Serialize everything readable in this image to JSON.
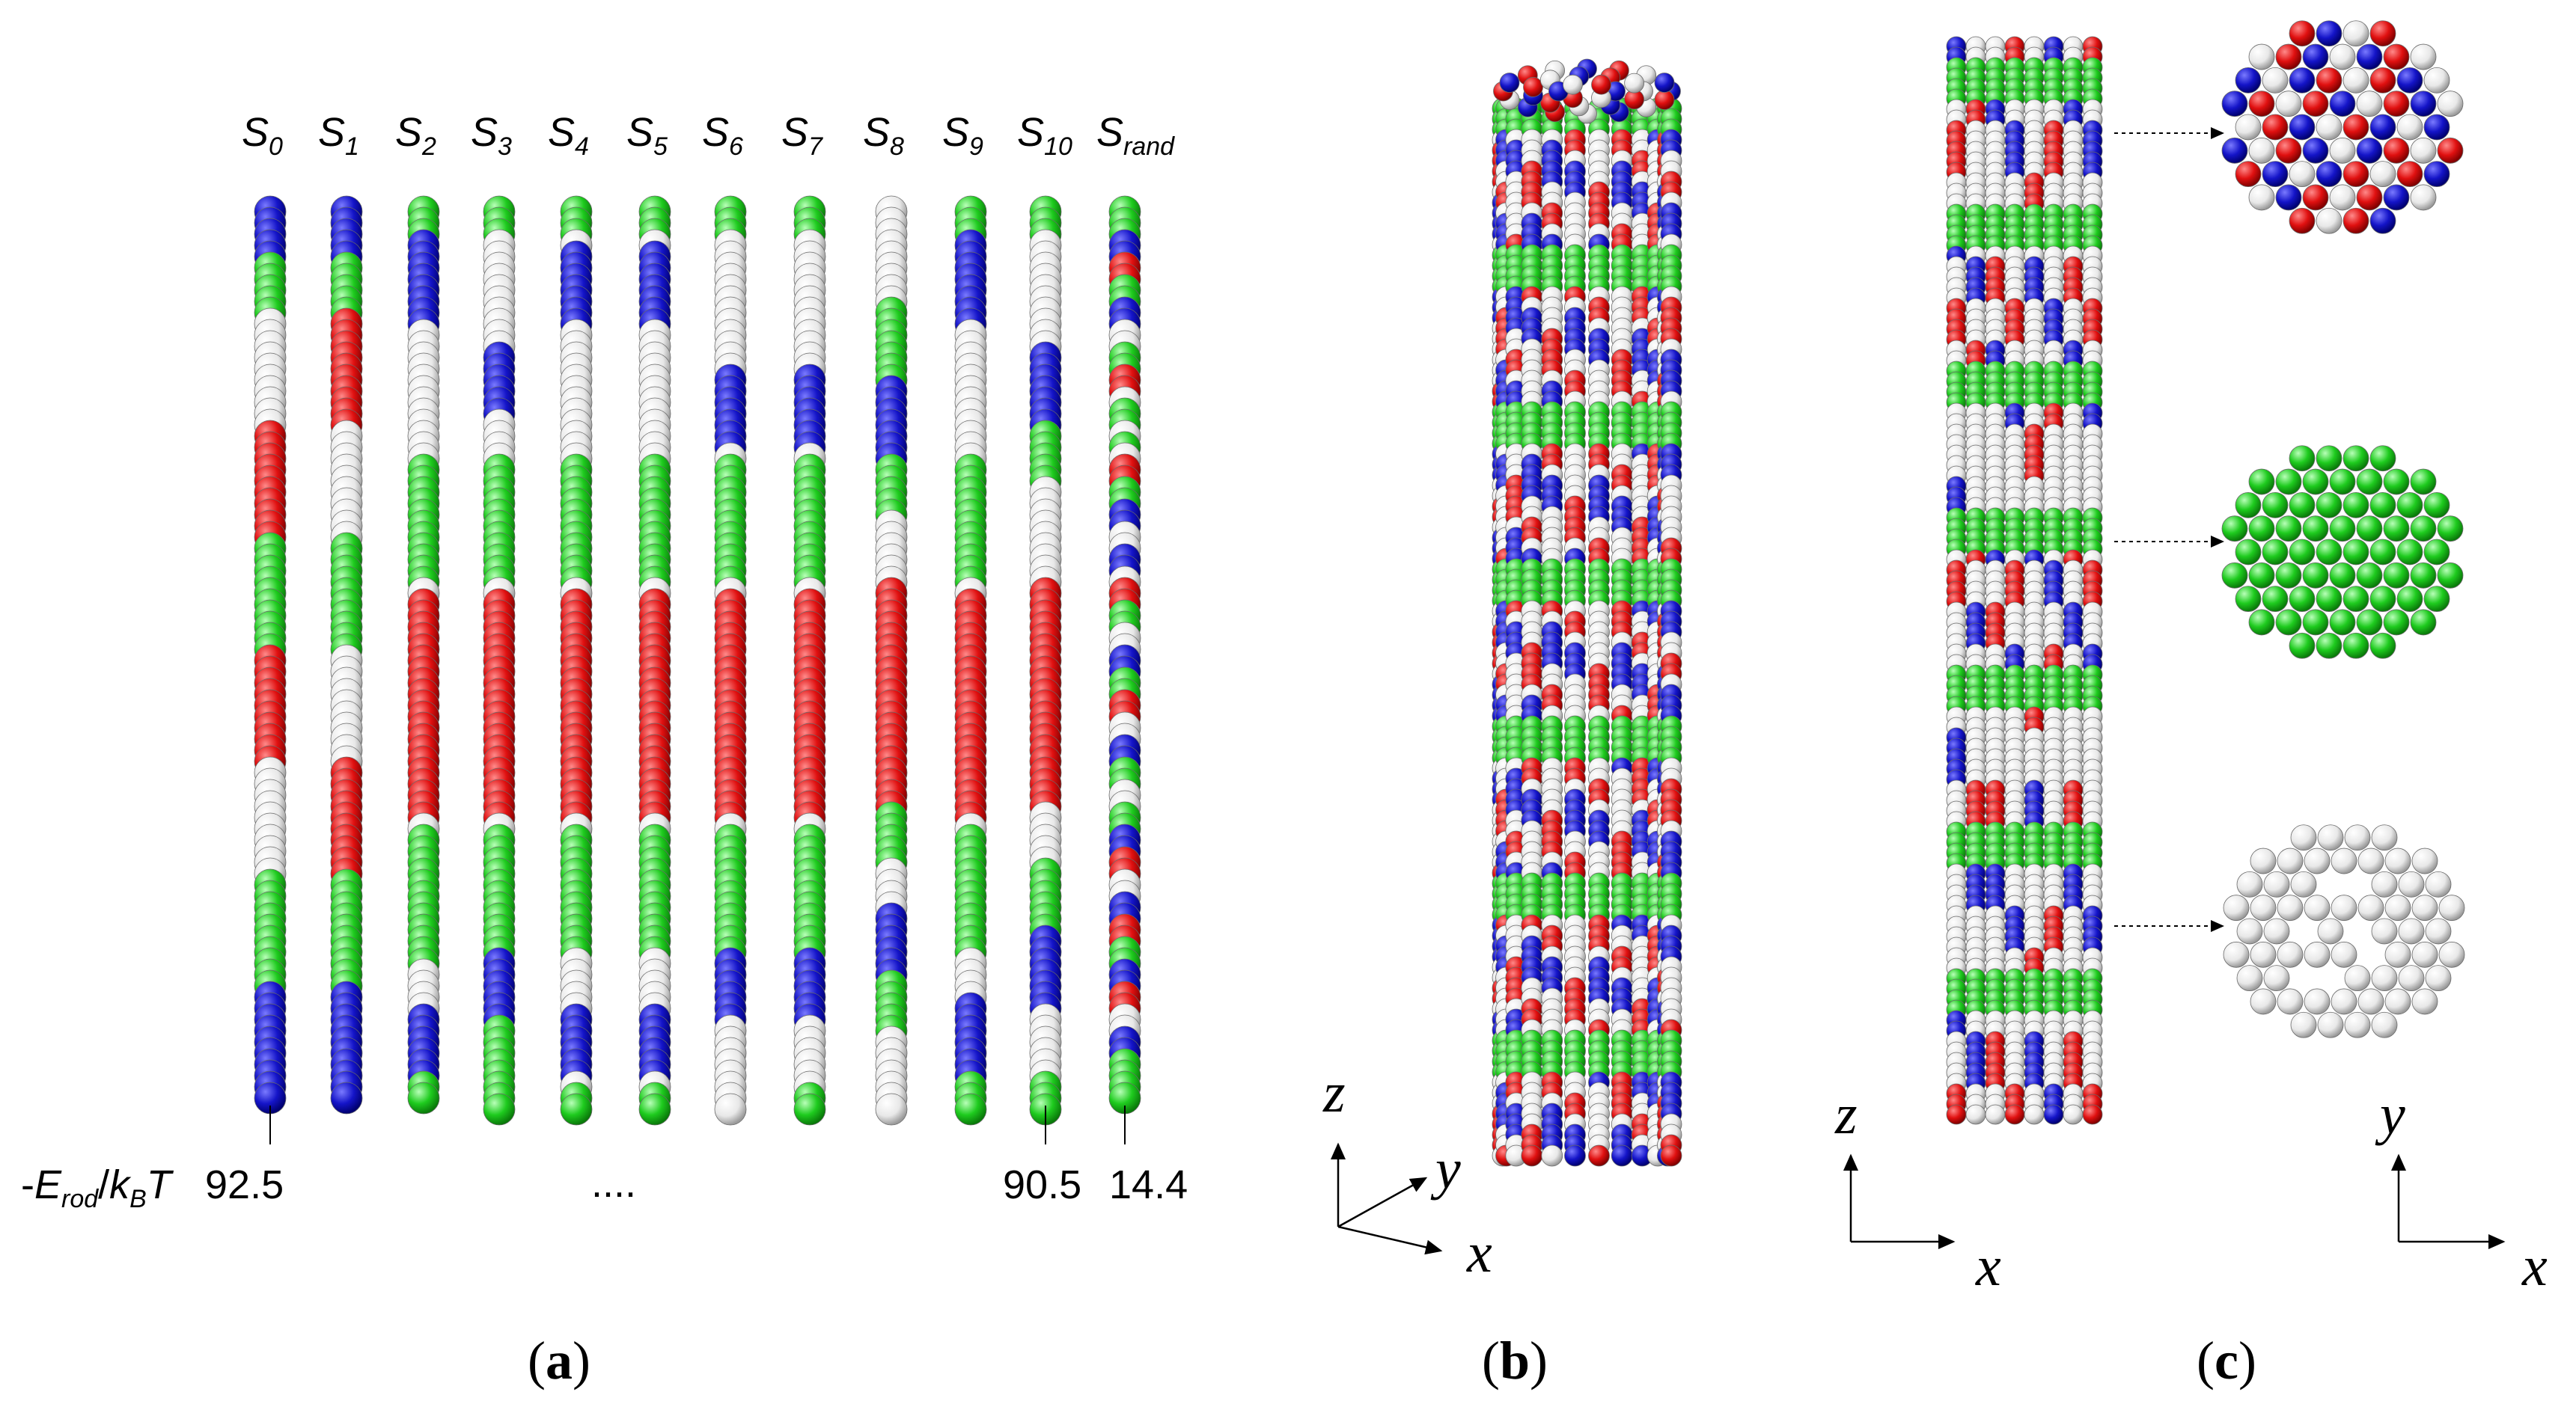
{
  "colors": {
    "A": "#1414c8",
    "B": "#e01010",
    "C": "#1ecb1e",
    "D": "#e8e8e8",
    "outline": "#707070"
  },
  "panel_a": {
    "sequences": [
      {
        "name": "S",
        "sub": "0",
        "beads": "AAAAACCCCCDDDDDDDDDDBBBBBBBBBBCCCCCCCCCCBBBBBBBBBBDDDDDDDDDDCCCCCCCCCCAAAAAAAAAA"
      },
      {
        "name": "S",
        "sub": "1",
        "beads": "AAAAACCCCCBBBBBBBBBBDDDDDDDDDDCCCCCCCCCCDDDDDDDDDDBBBBBBBBBBCCCCCCCCCCAAAAAAAAAA"
      },
      {
        "name": "S",
        "sub": "2",
        "beads": "CCCAAAAAAAADDDDDDDDDDDDCCCCCCCCCCCDBBBBBBBBBBBBBBBBBBBBDCCCCCCCCCCCCDDDDAAAAAACC"
      },
      {
        "name": "S",
        "sub": "3",
        "beads": "CCCDDDDDDDDDDAAAAAADDDDCCCCCCCCCCCDBBBBBBBBBBBBBBBBBBBBDCCCCCCCCCCCAAAAAACCCCCCCC"
      },
      {
        "name": "S",
        "sub": "4",
        "beads": "CCCDAAAAAAADDDDDDDDDDDDCCCCCCCCCCCDBBBBBBBBBBBBBBBBBBBBDCCCCCCCCCCCDDDDDAAAAAADCC"
      },
      {
        "name": "S",
        "sub": "5",
        "beads": "CCCDAAAAAAADDDDDDDDDDDDCCCCCCCCCCCDBBBBBBBBBBBBBBBBBBBBDCCCCCCCCCCCDDDDDAAAAAADCC"
      },
      {
        "name": "S",
        "sub": "6",
        "beads": "CCCDDDDDDDDDDDDAAAAAAADCCCCCCCCCCCDBBBBBBBBBBBBBBBBBBBBDCCCCCCCCCCCAAAAAADDDDDDDD"
      },
      {
        "name": "S",
        "sub": "7",
        "beads": "CCCDDDDDDDDDDDDAAAAAAADCCCCCCCCCCCDBBBBBBBBBBBBBBBBBBBBDCCCCCCCCCCCAAAAAADDDDDDCC"
      },
      {
        "name": "S",
        "sub": "8",
        "beads": "DDDDDDDDDCCCCCCCAAAAAAACCCCCDDDDDDBBBBBBBBBBBBBBBBBBBBCCCCCDDDDAAAAAACCCCCDDDDDDD"
      },
      {
        "name": "S",
        "sub": "9",
        "beads": "CCCAAAAAAAADDDDDDDDDDDDCCCCCCCCCCCDBBBBBBBBBBBBBBBBBBBBDCCCCCCCCCCCDDDDAAAAAAACCC"
      },
      {
        "name": "S",
        "sub": "10",
        "beads": "CCCDDDDDDDDDDAAAAAAACCCCCDDDDDDDDDBBBBBBBBBBBBBBBBBBBBDDDDDCCCCCCAAAAAAADDDDDDCCC"
      },
      {
        "name": "S",
        "sub": "rand",
        "beads": "CCCAABBCCAADDCCBBDCCDCDBBCCAADDAADBBCCDDAACCBBDDAACCDDCCAABBDDAABBCCAABBDDAACCCC"
      }
    ],
    "energy_label": {
      "minus": "-",
      "E": "E",
      "E_sub": "rod",
      "slash": "/",
      "k": "k",
      "k_sub": "B",
      "T": "T"
    },
    "energy_values": {
      "s0": "92.5",
      "s10": "90.5",
      "srand": "14.4"
    },
    "ellipsis": "....",
    "caption": "a"
  },
  "panel_b": {
    "axes": {
      "z": "z",
      "y": "y",
      "x": "x"
    },
    "caption": "b"
  },
  "panel_c": {
    "axes_side": {
      "z": "z",
      "x": "x"
    },
    "axes_top": {
      "y": "y",
      "x": "x"
    },
    "caption": "c"
  }
}
